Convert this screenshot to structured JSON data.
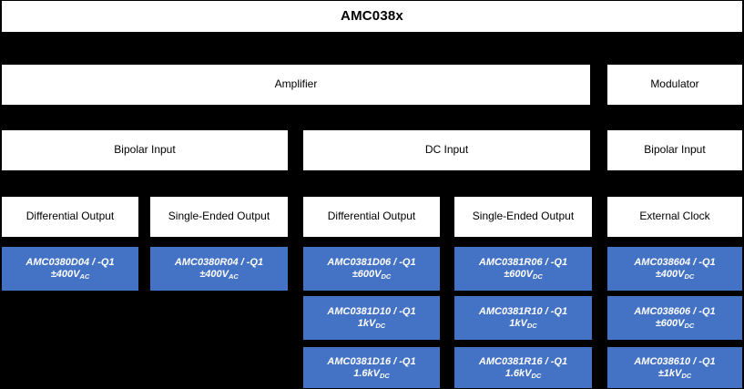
{
  "title": {
    "label": "AMC038x"
  },
  "colors": {
    "background": "#000000",
    "box_white": "#ffffff",
    "box_blue": "#4472c4",
    "text_dark": "#000000",
    "text_light": "#ffffff"
  },
  "rows": {
    "function_row": [
      {
        "label": "Amplifier"
      },
      {
        "label": "Modulator"
      }
    ],
    "input_row": [
      {
        "label": "Bipolar Input"
      },
      {
        "label": "DC Input"
      },
      {
        "label": "Bipolar Input"
      }
    ],
    "output_row": [
      {
        "label": "Differential Output"
      },
      {
        "label": "Single-Ended Output"
      },
      {
        "label": "Differential Output"
      },
      {
        "label": "Single-Ended Output"
      },
      {
        "label": "External Clock"
      }
    ]
  },
  "parts": {
    "col1": [
      {
        "part": "AMC0380D04 / -Q1",
        "voltage": "±400V",
        "voltage_sub": "AC"
      }
    ],
    "col2": [
      {
        "part": "AMC0380R04 / -Q1",
        "voltage": "±400V",
        "voltage_sub": "AC"
      }
    ],
    "col3": [
      {
        "part": "AMC0381D06 / -Q1",
        "voltage": "±600V",
        "voltage_sub": "DC"
      },
      {
        "part": "AMC0381D10 / -Q1",
        "voltage": "1kV",
        "voltage_sub": "DC"
      },
      {
        "part": "AMC0381D16 / -Q1",
        "voltage": "1.6kV",
        "voltage_sub": "DC"
      }
    ],
    "col4": [
      {
        "part": "AMC0381R06 / -Q1",
        "voltage": "±600V",
        "voltage_sub": "DC"
      },
      {
        "part": "AMC0381R10 / -Q1",
        "voltage": "1kV",
        "voltage_sub": "DC"
      },
      {
        "part": "AMC0381R16 / -Q1",
        "voltage": "1.6kV",
        "voltage_sub": "DC"
      }
    ],
    "col5": [
      {
        "part": "AMC038604 / -Q1",
        "voltage": "±400V",
        "voltage_sub": "DC"
      },
      {
        "part": "AMC038606 / -Q1",
        "voltage": "±600V",
        "voltage_sub": "DC"
      },
      {
        "part": "AMC038610 / -Q1",
        "voltage": "±1kV",
        "voltage_sub": "DC"
      }
    ]
  }
}
